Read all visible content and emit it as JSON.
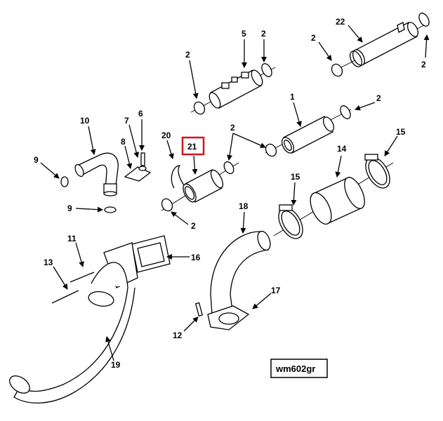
{
  "diagram_ref": "wm602gr",
  "highlight_color": "#d0161b",
  "callouts": [
    {
      "id": "c22",
      "text": "22"
    },
    {
      "id": "c2a",
      "text": "2"
    },
    {
      "id": "c2b",
      "text": "2"
    },
    {
      "id": "c5",
      "text": "5"
    },
    {
      "id": "c2c",
      "text": "2"
    },
    {
      "id": "c2d",
      "text": "2"
    },
    {
      "id": "c1",
      "text": "1"
    },
    {
      "id": "c2e",
      "text": "2"
    },
    {
      "id": "c2f",
      "text": "2"
    },
    {
      "id": "c10",
      "text": "10"
    },
    {
      "id": "c7",
      "text": "7"
    },
    {
      "id": "c6",
      "text": "6"
    },
    {
      "id": "c8",
      "text": "8"
    },
    {
      "id": "c20",
      "text": "20"
    },
    {
      "id": "c21",
      "text": "21"
    },
    {
      "id": "c15a",
      "text": "15"
    },
    {
      "id": "c14",
      "text": "14"
    },
    {
      "id": "c9a",
      "text": "9"
    },
    {
      "id": "c9b",
      "text": "9"
    },
    {
      "id": "c2g",
      "text": "2"
    },
    {
      "id": "c15b",
      "text": "15"
    },
    {
      "id": "c18",
      "text": "18"
    },
    {
      "id": "c11",
      "text": "11"
    },
    {
      "id": "c16",
      "text": "16"
    },
    {
      "id": "c13",
      "text": "13"
    },
    {
      "id": "c17",
      "text": "17"
    },
    {
      "id": "c12",
      "text": "12"
    },
    {
      "id": "c19",
      "text": "19"
    }
  ]
}
